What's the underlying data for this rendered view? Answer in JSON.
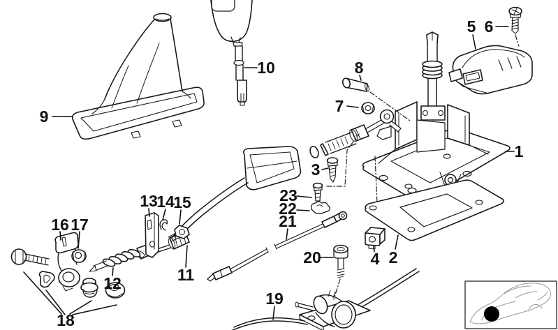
{
  "diagram": {
    "background_color": "#ffffff",
    "line_color": "#1a1a1a",
    "marker_color": "#000000",
    "part_labels": [
      {
        "text": "1"
      },
      {
        "text": "2"
      },
      {
        "text": "3"
      },
      {
        "text": "4"
      },
      {
        "text": "5"
      },
      {
        "text": "6"
      },
      {
        "text": "7"
      },
      {
        "text": "8"
      },
      {
        "text": "9"
      },
      {
        "text": "10"
      },
      {
        "text": "11"
      },
      {
        "text": "12"
      },
      {
        "text": "13"
      },
      {
        "text": "14"
      },
      {
        "text": "15"
      },
      {
        "text": "16"
      },
      {
        "text": "17"
      },
      {
        "text": "18"
      },
      {
        "text": "19"
      },
      {
        "text": "20"
      },
      {
        "text": "21"
      },
      {
        "text": "22"
      },
      {
        "text": "23"
      }
    ]
  }
}
